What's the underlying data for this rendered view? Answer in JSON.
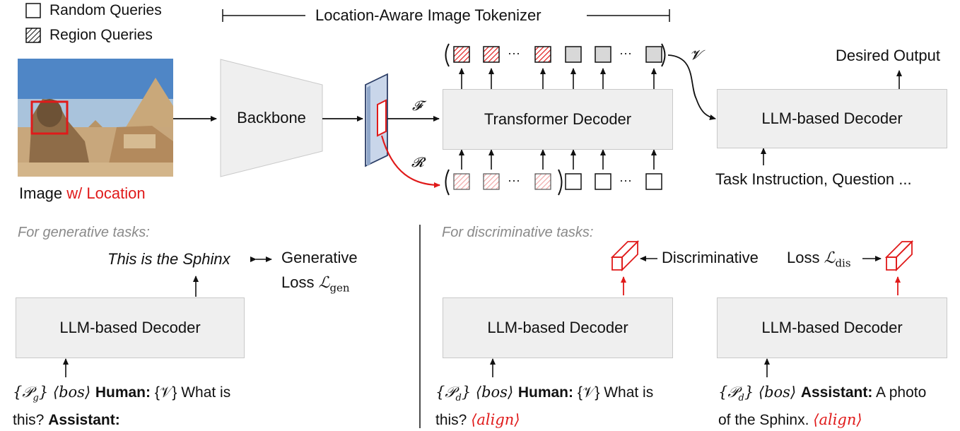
{
  "legend": {
    "random_label": "Random Queries",
    "region_label": "Region Queries"
  },
  "tokenizer_title": "Location-Aware Image Tokenizer",
  "image": {
    "caption_prefix": "Image ",
    "caption_highlight": "w/ Location"
  },
  "backbone_label": "Backbone",
  "transformer_label": "Transformer Decoder",
  "llm_top_label": "LLM-based Decoder",
  "desired_output": "Desired Output",
  "task_instruction": "Task Instruction, Question ...",
  "symbols": {
    "F": "𝓕",
    "R": "𝓡",
    "V": "𝓥",
    "ellipsis": "···"
  },
  "generative": {
    "heading": "For generative tasks:",
    "output_text": "This is the Sphinx",
    "loss_line1": "Generative",
    "loss_line2": "Loss ",
    "loss_symbol": "ℒ",
    "loss_sub": "gen",
    "decoder_label": "LLM-based Decoder",
    "prompt": {
      "p": "{𝒫",
      "p_sub": "g",
      "p_close": "}",
      "bos": " ⟨bos⟩ ",
      "human": "Human:",
      "v": " {𝒱} What is",
      "line2_a": "this? ",
      "assistant": "Assistant:"
    }
  },
  "discriminative": {
    "heading": "For discriminative tasks:",
    "loss_left": "Discriminative",
    "loss_mid": "Loss ",
    "loss_symbol": "ℒ",
    "loss_sub": "dis",
    "decoder_left": "LLM-based Decoder",
    "decoder_right": "LLM-based Decoder",
    "prompt_left": {
      "p": "{𝒫",
      "p_sub": "d",
      "p_close": "}",
      "bos": " ⟨bos⟩ ",
      "human": "Human:",
      "v": " {𝒱} What is",
      "line2_a": "this? ",
      "align": "⟨align⟩"
    },
    "prompt_right": {
      "p": "{𝒫",
      "p_sub": "d",
      "p_close": "}",
      "bos": " ⟨bos⟩ ",
      "assistant": "Assistant:",
      "rest": " A photo",
      "line2_a": "of the Sphinx. ",
      "align": "⟨align⟩"
    }
  },
  "colors": {
    "red": "#e01a1a",
    "box_fill": "#efefef",
    "box_border": "#c9c9c9",
    "gray_token": "#d8d8d8",
    "pale_red": "#f4b9b9",
    "heading_gray": "#8a8a8a"
  }
}
